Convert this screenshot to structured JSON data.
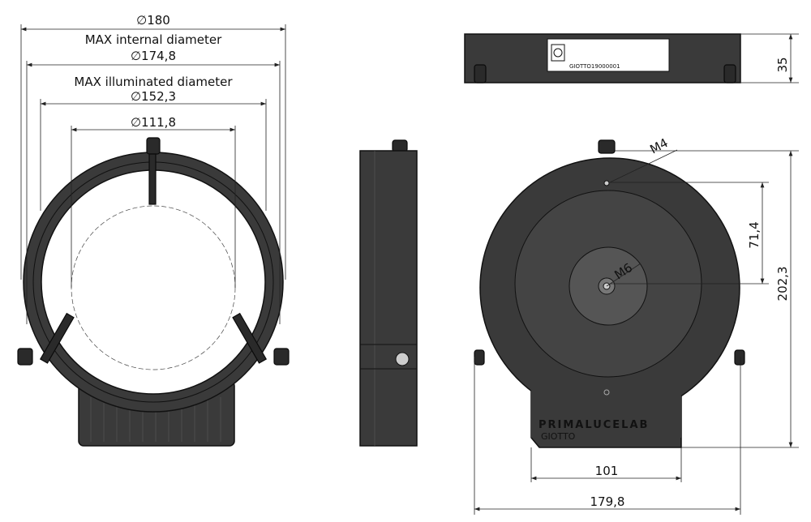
{
  "left_view": {
    "d_outer": "∅180",
    "label_internal": "MAX internal diameter",
    "d_internal": "∅174,8",
    "label_illuminated": "MAX illuminated diameter",
    "d_illuminated": "∅152,3",
    "d_inner": "∅111,8"
  },
  "top_view": {
    "height": "35",
    "serial": "GIOTTO19000001"
  },
  "front_view": {
    "hole_small": "M4",
    "hole_center": "M6",
    "offset": "71,4",
    "height": "202,3",
    "base_width": "101",
    "total_width": "179,8",
    "brand": "PRIMALUCELAB",
    "model": "GIOTTO"
  },
  "colors": {
    "body": "#3a3a3a",
    "line": "#222222"
  }
}
